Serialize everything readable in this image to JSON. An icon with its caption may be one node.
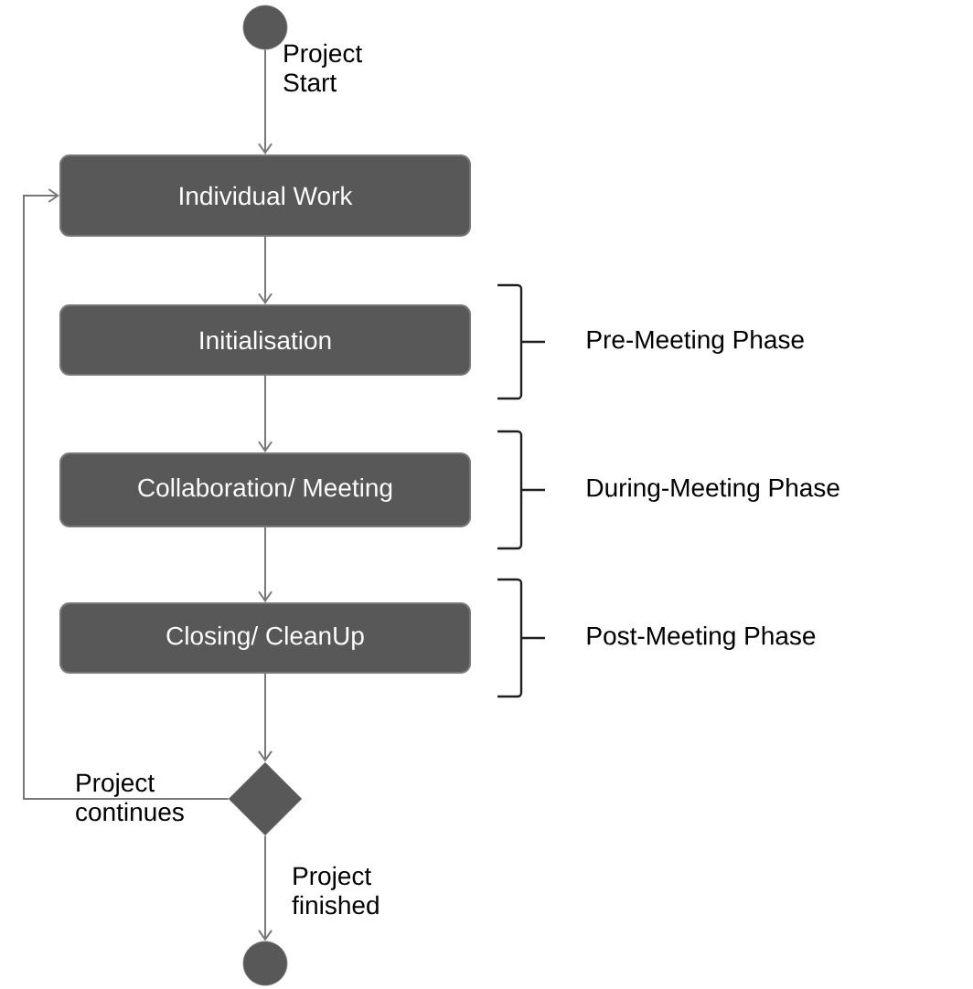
{
  "diagram": {
    "nodes": [
      {
        "text": [],
        "shape": "circle"
      },
      {
        "text": [
          "Individual Work"
        ]
      },
      {
        "text": [
          "Initialisation"
        ]
      },
      {
        "text": [
          "Collaboration/ Meeting"
        ]
      },
      {
        "text": [
          "Closing/ CleanUp"
        ]
      },
      {
        "text": [],
        "shape": "diamond"
      },
      {
        "text": [],
        "shape": "circle"
      }
    ],
    "edges": [
      {
        "from": 0,
        "to": 1,
        "arrow": "to",
        "label": "Project Start"
      },
      {
        "from": 1,
        "to": 2,
        "arrow": "to"
      },
      {
        "from": 2,
        "to": 3,
        "arrow": "to"
      },
      {
        "from": 3,
        "to": 4,
        "arrow": "to"
      },
      {
        "from": 4,
        "to": 5,
        "arrow": "to"
      },
      {
        "from": 5,
        "to": 1,
        "arrow": "to",
        "label": "Project continues"
      },
      {
        "from": 5,
        "to": 6,
        "arrow": "to",
        "label": "Project finished"
      }
    ],
    "labels": [
      "Pre-Meeting Phase",
      "During-Meeting Phase",
      "Post-Meeting Phase"
    ]
  }
}
